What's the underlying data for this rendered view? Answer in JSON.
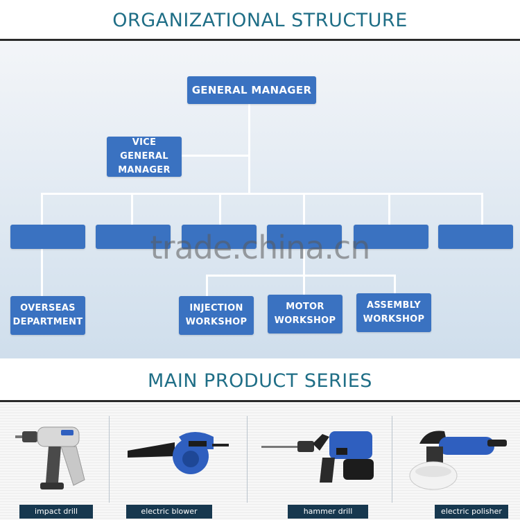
{
  "sections": {
    "org_title": "ORGANIZATIONAL STRUCTURE",
    "product_title": "MAIN PRODUCT SERIES"
  },
  "org_chart": {
    "general_manager": "GENERAL MANAGER",
    "vice_general_manager": "VICE GENERAL\nMANAGER",
    "departments": [
      "",
      "",
      "",
      "",
      "",
      ""
    ],
    "sub_units": {
      "overseas": "OVERSEAS\nDEPARTMENT",
      "injection": "INJECTION\nWORKSHOP",
      "motor": "MOTOR\nWORKSHOP",
      "assembly": "ASSEMBLY\nWORKSHOP"
    }
  },
  "watermark": "trade.china.cn",
  "products": [
    {
      "label": "impact drill",
      "icon": "impact-drill-icon"
    },
    {
      "label": "electric blower",
      "icon": "electric-blower-icon"
    },
    {
      "label": "hammer drill",
      "icon": "hammer-drill-icon"
    },
    {
      "label": "electric polisher",
      "icon": "electric-polisher-icon"
    }
  ],
  "colors": {
    "box": "#3a72c1",
    "title": "#1f6e86",
    "label_bg": "#17384f",
    "tool_blue": "#2f5fbf"
  }
}
